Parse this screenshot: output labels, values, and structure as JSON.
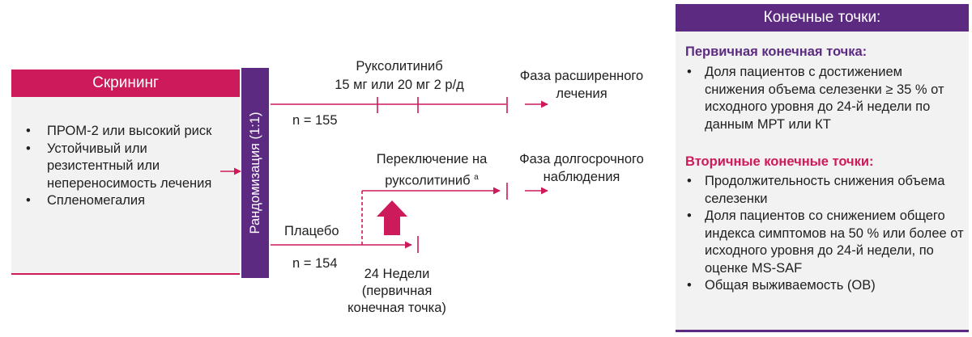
{
  "screening": {
    "title": "Скрининг",
    "items": [
      "ПРОМ-2 или высокий риск",
      "Устойчивый или резистентный или непереносимость лечения",
      "Спленомегалия"
    ]
  },
  "randomization": {
    "label": "Рандомизация (1:1)"
  },
  "arm_ruxolitinib": {
    "drug": "Руксолитиниб",
    "dose": "15 мг или 20 мг  2 р/д",
    "n": "n = 155",
    "phase": [
      "Фаза расширенного",
      "лечения"
    ]
  },
  "arm_placebo": {
    "label": "Плацебо",
    "n": "n = 154",
    "switch": [
      "Переключение на",
      "руксолитиниб"
    ],
    "switch_sup": "a",
    "phase": [
      "Фаза долгосрочного",
      "наблюдения"
    ]
  },
  "week_marker": [
    "24 Недели",
    "(первичная",
    "конечная точка)"
  ],
  "endpoints": {
    "title": "Конечные точки:",
    "primary_title": "Первичная конечная точка:",
    "primary_items": [
      "Доля пациентов с достижением снижения объема селезенки ≥ 35 % от исходного уровня до 24-й недели по данным МРТ или КТ"
    ],
    "secondary_title": "Вторичные конечные точки:",
    "secondary_items": [
      "Продолжительность снижения объема селезенки",
      "Доля пациентов со снижением общего индекса симптомов на 50 % или более от исходного уровня до 24-й недели, по  оценке  MS-SAF",
      "Общая выживаемость (ОВ)"
    ]
  },
  "colors": {
    "magenta": "#cc1a5a",
    "purple": "#5c2a80",
    "box_bg": "#f2f2f2"
  }
}
